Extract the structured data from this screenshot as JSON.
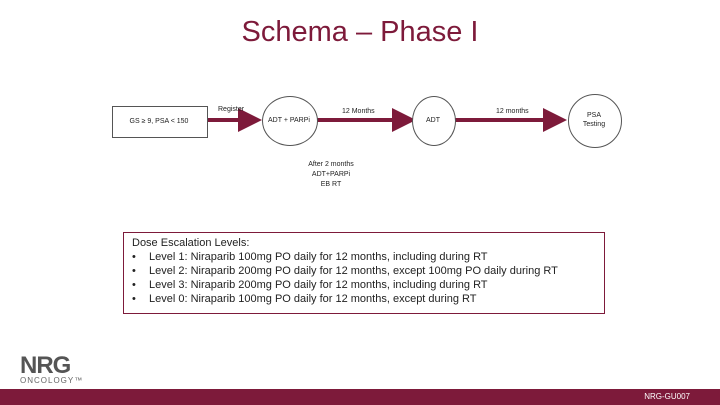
{
  "title": "Schema – Phase I",
  "schema": {
    "entry": "GS ≥ 9, PSA < 150",
    "register": "Register",
    "adt_parp": "ADT + PARPi",
    "twelve_months_1": "12 Months",
    "adt": "ADT",
    "twelve_months_2": "12 months",
    "psa": "PSA Testing",
    "after_line1": "After 2 months",
    "after_line2": "ADT+PARPi",
    "after_line3": "EB RT"
  },
  "dose": {
    "heading": "Dose Escalation Levels:",
    "bullet": "•",
    "levels": [
      "Level 1: Niraparib 100mg PO daily for 12 months, including during RT",
      "Level 2: Niraparib 200mg PO daily for 12 months, except 100mg PO daily during RT",
      "Level 3: Niraparib 200mg PO daily for 12 months, including during RT",
      "Level 0: Niraparib 100mg PO daily for 12 months, except during RT"
    ]
  },
  "logo": {
    "main": "NRG",
    "sub": "ONCOLOGY™"
  },
  "footer": {
    "code": "NRG-GU007"
  },
  "colors": {
    "accent": "#7d1a3a"
  }
}
